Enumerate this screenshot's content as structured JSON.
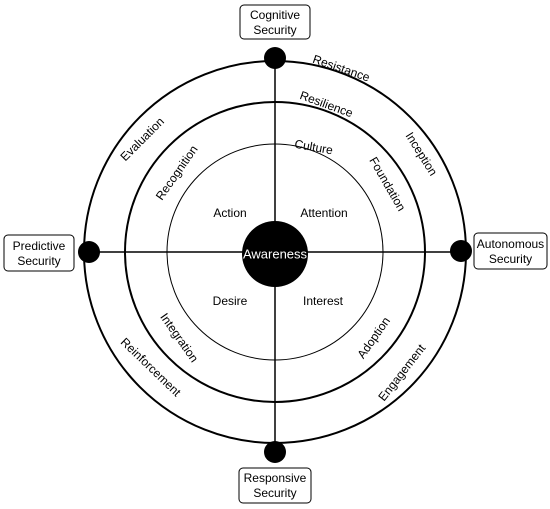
{
  "center": "Awareness",
  "poles": {
    "top": [
      "Cognitive",
      "Security"
    ],
    "right": [
      "Autonomous",
      "Security"
    ],
    "bottom": [
      "Responsive",
      "Security"
    ],
    "left": [
      "Predictive",
      "Security"
    ]
  },
  "outer_ring": {
    "resistance": "Resistance",
    "inception": "Inception",
    "engagement": "Engagement",
    "reinforcement": "Reinforcement",
    "evaluation": "Evaluation"
  },
  "middle_ring": {
    "resilience": "Resilience",
    "foundation": "Foundation",
    "adoption": "Adoption",
    "integration": "Integration",
    "recognition": "Recognition"
  },
  "inner_ring": {
    "culture": "Culture"
  },
  "quadrants": {
    "action": "Action",
    "attention": "Attention",
    "desire": "Desire",
    "interest": "Interest"
  }
}
